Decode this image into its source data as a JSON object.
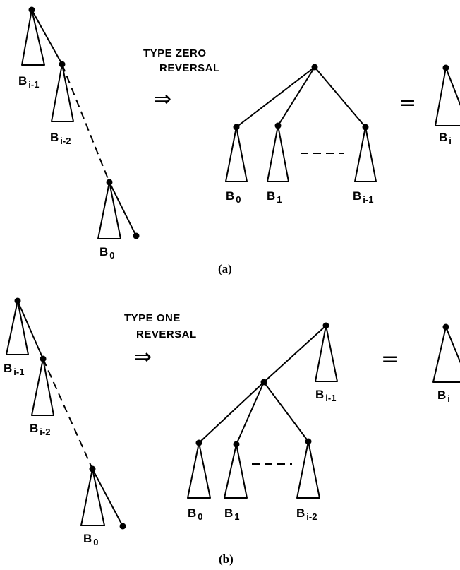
{
  "panel_a": {
    "caption_line1": "TYPE ZERO",
    "caption_line2": "REVERSAL",
    "arrow": "⇒",
    "equals": "=",
    "label": "(a)",
    "left_labels": [
      {
        "base": "B",
        "sub": "i-1"
      },
      {
        "base": "B",
        "sub": "i-2"
      },
      {
        "base": "B",
        "sub": "0"
      }
    ],
    "mid_labels": [
      {
        "base": "B",
        "sub": "0"
      },
      {
        "base": "B",
        "sub": "1"
      },
      {
        "base": "B",
        "sub": "i-1"
      }
    ],
    "right_label": {
      "base": "B",
      "sub": "i"
    }
  },
  "panel_b": {
    "caption_line1": "TYPE ONE",
    "caption_line2": "REVERSAL",
    "arrow": "⇒",
    "equals": "=",
    "label": "(b)",
    "left_labels": [
      {
        "base": "B",
        "sub": "i-1"
      },
      {
        "base": "B",
        "sub": "i-2"
      },
      {
        "base": "B",
        "sub": "0"
      }
    ],
    "mid_labels": [
      {
        "base": "B",
        "sub": "i-1"
      },
      {
        "base": "B",
        "sub": "0"
      },
      {
        "base": "B",
        "sub": "1"
      },
      {
        "base": "B",
        "sub": "i-2"
      }
    ],
    "right_label": {
      "base": "B",
      "sub": "i"
    }
  }
}
